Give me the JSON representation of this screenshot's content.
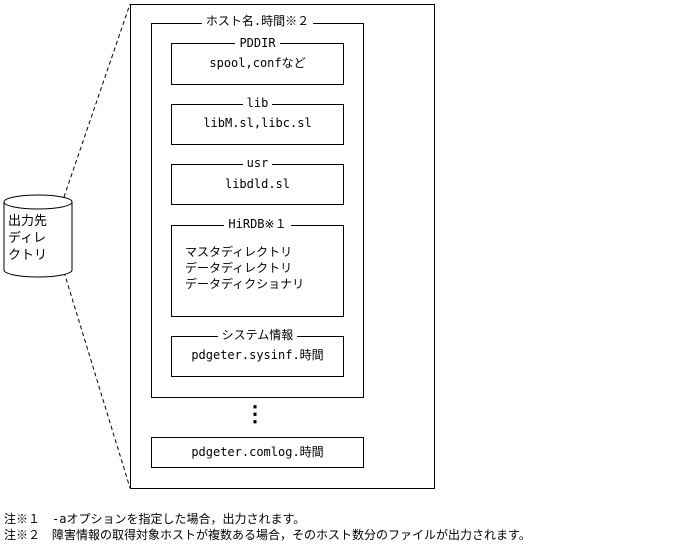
{
  "cylinder": {
    "lines": [
      "出力先",
      "ディレ",
      "クトリ"
    ]
  },
  "host": {
    "title": "ホスト名.時間※２",
    "groups": [
      {
        "title": "PDDIR",
        "lines": [
          "spool,confなど"
        ]
      },
      {
        "title": "lib",
        "lines": [
          "libM.sl,libc.sl"
        ]
      },
      {
        "title": "usr",
        "lines": [
          "libdld.sl"
        ]
      },
      {
        "title": "HiRDB※１",
        "lines": [
          "マスタディレクトリ",
          "データディレクトリ",
          "データディクショナリ"
        ]
      },
      {
        "title": "システム情報",
        "lines": [
          "pdgeter.sysinf.時間"
        ]
      }
    ],
    "ellipsis": "⋮",
    "comlog": "pdgeter.comlog.時間"
  },
  "notes": [
    "注※１　-aオプションを指定した場合，出力されます。",
    "注※２　障害情報の取得対象ホストが複数ある場合，そのホスト数分のファイルが出力されます。"
  ]
}
